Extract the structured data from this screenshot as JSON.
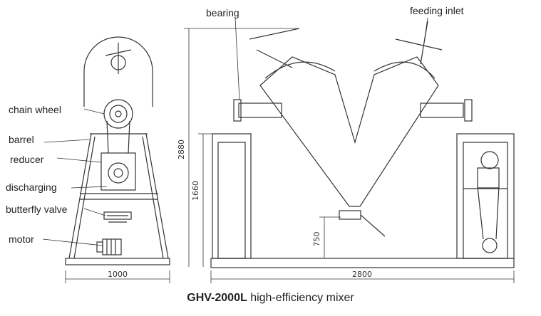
{
  "labels": {
    "chain_wheel": "chain wheel",
    "barrel": "barrel",
    "reducer": "reducer",
    "discharging": "discharging",
    "butterfly_valve": "butterfly valve",
    "motor": "motor",
    "bearing": "bearing",
    "feeding_inlet": "feeding inlet"
  },
  "dimensions": {
    "side_width": "1000",
    "front_width": "2800",
    "total_height": "2880",
    "frame_height": "1660",
    "outlet_height": "750"
  },
  "caption": {
    "model": "GHV-2000L",
    "description": "high-efficiency  mixer"
  },
  "colors": {
    "line": "#333333",
    "fill": "#ffffff"
  }
}
